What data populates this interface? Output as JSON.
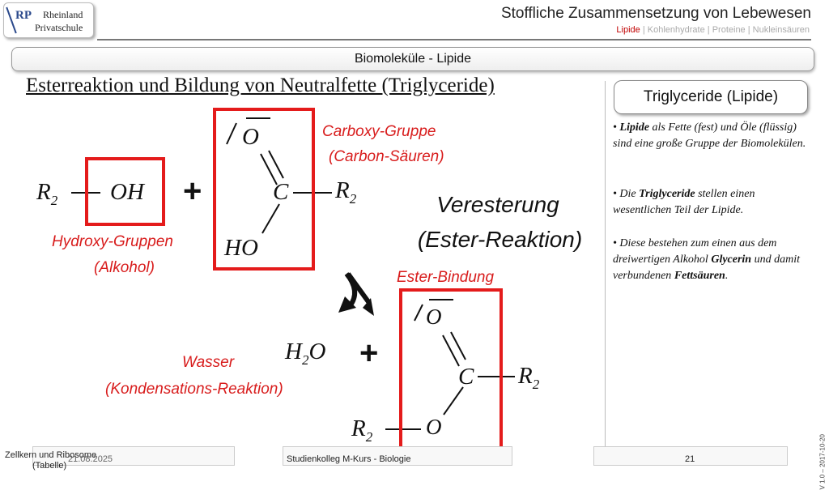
{
  "logo": {
    "mark": "RP",
    "line1": "Rheinland",
    "line2": "Privatschule"
  },
  "header": {
    "title": "Stoffliche Zusammensetzung von Lebewesen",
    "crumbs": {
      "active": "Lipide",
      "sep": " | ",
      "c2": "Kohlenhydrate",
      "c3": "Proteine",
      "c4": "Nukleinsäuren"
    }
  },
  "banner": "Biomoleküle - Lipide",
  "heading": "Esterreaktion und Bildung von Neutralfette (Triglyceride)",
  "sidebar": {
    "title": "Triglyceride (Lipide)",
    "b1": {
      "bold": "Lipide",
      "rest": " als Fette (fest) und Öle (flüssig) sind eine große Gruppe der  Biomolekülen."
    },
    "b2": {
      "pre": "Die ",
      "bold": "Triglyceride",
      "rest": " stellen einen wesentlichen Teil der Lipide."
    },
    "b3": {
      "pre": "Diese bestehen zum einen aus dem dreiwertigen Alkohol ",
      "bold1": "Glycerin",
      "mid": " und damit verbundenen ",
      "bold2": "Fettsäuren",
      "end": "."
    }
  },
  "diagram": {
    "r": "R",
    "sub2": "2",
    "oh": "OH",
    "o": "O",
    "c": "C",
    "ho": "HO",
    "h2o_h": "H",
    "h2o_o": "O",
    "plus": "+",
    "hydroxy": "Hydroxy-Gruppen",
    "alkohol": "(Alkohol)",
    "carboxy": "Carboxy-Gruppe",
    "carbon": "(Carbon-Säuren)",
    "verest1": "Veresterung",
    "verest2": "(Ester-Reaktion)",
    "ester": "Ester-Bindung",
    "wasser": "Wasser",
    "kond": "(Kondensations-Reaktion)"
  },
  "footer": {
    "left1": "Zellkern und Ribosome",
    "left2": "(Tabelle)",
    "date": "21.08.2025",
    "course": "Studienkolleg M-Kurs - Biologie",
    "page": "21"
  },
  "version": "V 1.0 – 2017-10-20",
  "colors": {
    "accent_red": "#e41b1b"
  }
}
